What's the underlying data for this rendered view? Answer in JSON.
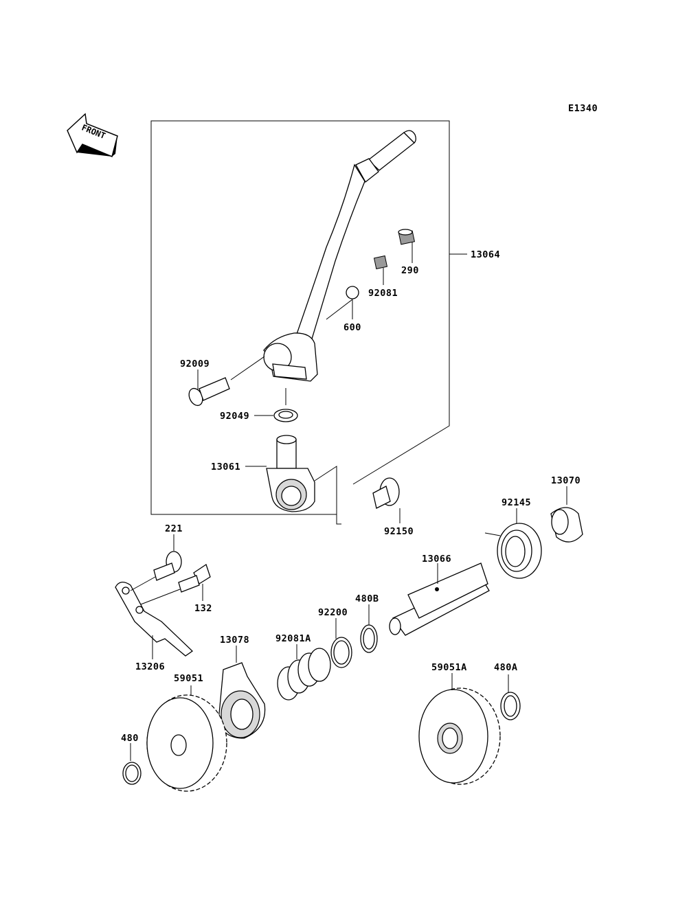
{
  "diagram_code": "E1340",
  "front_label": "FRONT",
  "callouts": {
    "p13064": "13064",
    "p290": "290",
    "p92081": "92081",
    "p600": "600",
    "p92009": "92009",
    "p92049": "92049",
    "p13061": "13061",
    "p92150": "92150",
    "p92145": "92145",
    "p13070": "13070",
    "p13066": "13066",
    "p221": "221",
    "p132": "132",
    "p13206": "13206",
    "p480B": "480B",
    "p92200": "92200",
    "p92081A": "92081A",
    "p13078": "13078",
    "p59051": "59051",
    "p480": "480",
    "p59051A": "59051A",
    "p480A": "480A"
  },
  "icons": [
    "front-arrow-icon"
  ]
}
